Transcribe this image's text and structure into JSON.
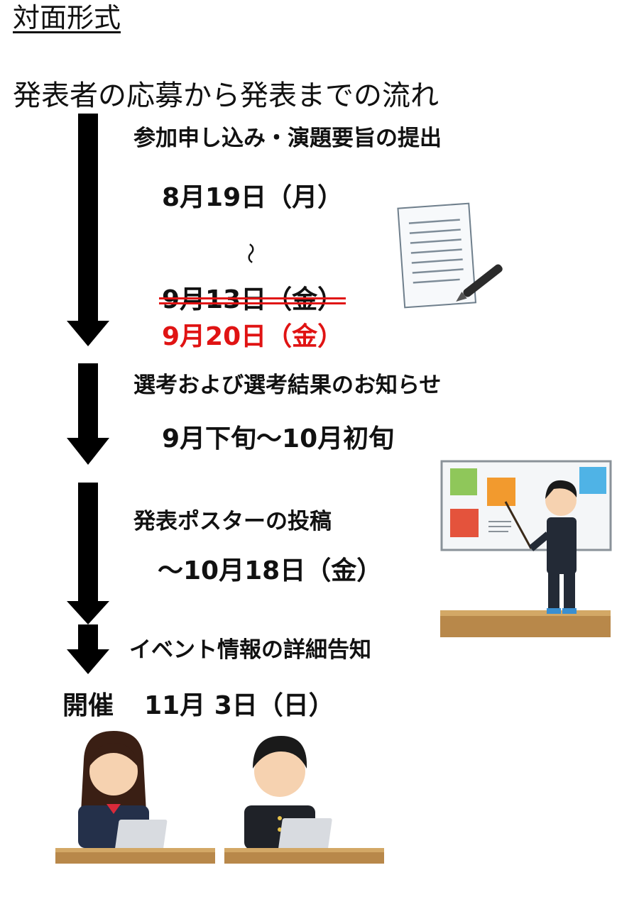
{
  "heading": "対面形式",
  "subtitle": "発表者の応募から発表までの流れ",
  "steps": [
    {
      "title": "参加申し込み・演題要旨の提出",
      "date_start": "8月19日（月）",
      "range_mark": "～",
      "old_deadline": "9月13日（金）",
      "new_deadline": "9月20日（金）"
    },
    {
      "title": "選考および選考結果のお知らせ",
      "date": "9月下旬～10月初旬"
    },
    {
      "title": "発表ポスターの投稿",
      "date": "～10月18日（金）"
    },
    {
      "title": "イベント情報の詳細告知"
    }
  ],
  "event": {
    "label": "開催",
    "date": "11月 3日（日）"
  },
  "colors": {
    "accent_red": "#e01313",
    "arrow": "#000000"
  },
  "icons": [
    "document-pen-icon",
    "presenter-whiteboard-icon",
    "student-girl-laptop-icon",
    "student-boy-laptop-icon"
  ]
}
